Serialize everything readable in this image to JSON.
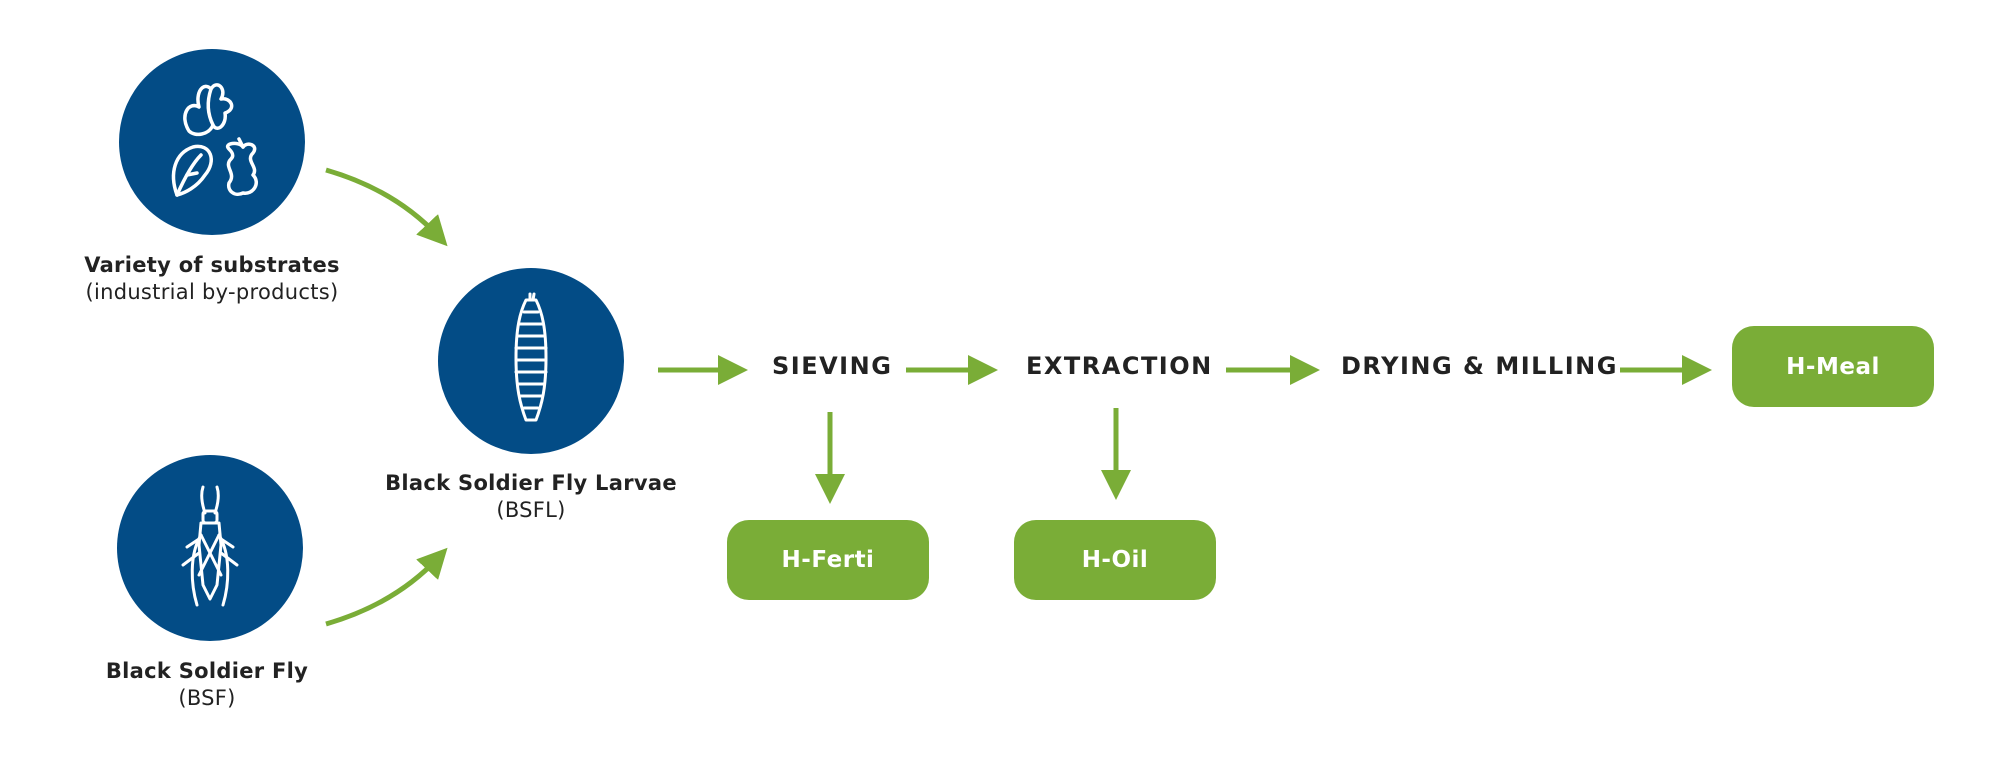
{
  "colors": {
    "circle": "#034c86",
    "accent": "#7aad37",
    "text": "#222222"
  },
  "inputs": {
    "substrates": {
      "icon": "food-waste-icon",
      "title": "Variety of substrates",
      "subtitle": "(industrial by-products)"
    },
    "fly": {
      "icon": "fly-icon",
      "title": "Black Soldier Fly",
      "subtitle": "(BSF)"
    }
  },
  "larvae": {
    "icon": "larva-icon",
    "title": "Black Soldier Fly Larvae",
    "subtitle": "(BSFL)"
  },
  "steps": {
    "sieving": "SIEVING",
    "extraction": "EXTRACTION",
    "drying": "DRYING & MILLING"
  },
  "products": {
    "ferti": "H-Ferti",
    "oil": "H-Oil",
    "meal": "H-Meal"
  }
}
